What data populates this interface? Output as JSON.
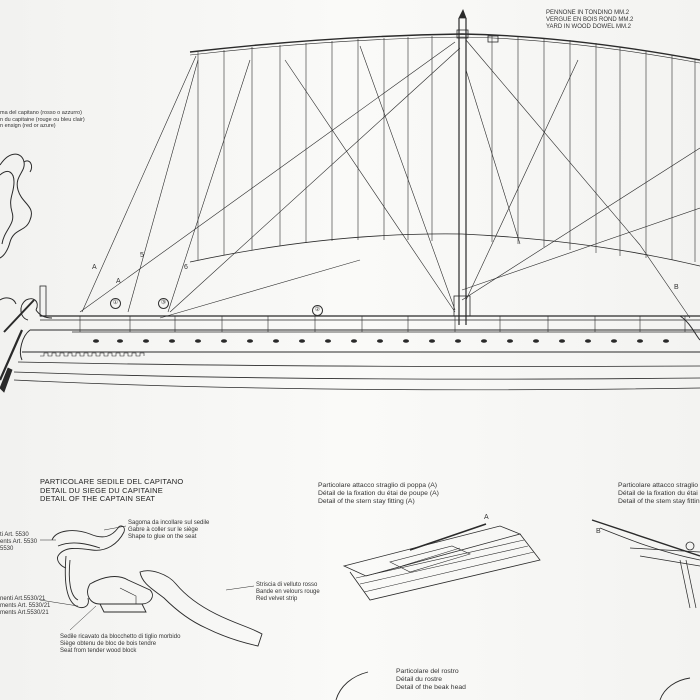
{
  "yard_note": [
    "PENNONE IN TONDINO MM.2",
    "VERGUE EN BOIS ROND MM.2",
    "YARD IN WOOD DOWEL MM.2"
  ],
  "flag_note": [
    "ma del capitano (rosso o azzurro)",
    "n du capitaine (rouge ou bleu clair)",
    "n ensign (red or azure)"
  ],
  "stay_labels": {
    "a_upper": "A",
    "a_left": "A",
    "num5": "5",
    "num6": "6",
    "b": "B"
  },
  "circle_labels": {
    "c1": "①",
    "c2": "③",
    "c3": "②"
  },
  "captain_seat": {
    "heading": [
      "PARTICOLARE SEDILE DEL CAPITANO",
      "DETAIL DU SIEGE DU CAPITAINE",
      "DETAIL OF THE CAPTAIN SEAT"
    ],
    "shape_note": [
      "Sagoma da incollare sul sedile",
      "Gabre à coller sur le siège",
      "Shape to glue on the seat"
    ],
    "left_notes_top": [
      "ti Art. 5530",
      "ents Art. 5530",
      "5530"
    ],
    "left_notes_bottom": [
      "nenti Art.5530/21",
      "ments Art. 5530/21",
      "ments Art.5530/21"
    ],
    "velvet_note": [
      "Striscia di velluto rosso",
      "Bande en velours rouge",
      "Red velvet strip"
    ],
    "seat_note": [
      "Sedile ricavato da blocchetto di tiglio morbido",
      "Siège obtenu de bloc de bois tendre",
      "Seat from tender wood block"
    ]
  },
  "stern_stay": {
    "heading": [
      "Particolare attacco straglio di poppa (A)",
      "Détail de la fixation du étai de poupe (A)",
      "Detail of the stern stay fitting (A)"
    ],
    "label": "A"
  },
  "stem_stay": {
    "heading": [
      "Particolare attacco straglio d",
      "Détail de la fixation du étai",
      "Detail of the stem stay fittin"
    ],
    "label": "B"
  },
  "beak_head": {
    "heading": [
      "Particolare del rostro",
      "Détail du rostre",
      "Detail of the beak head"
    ]
  }
}
